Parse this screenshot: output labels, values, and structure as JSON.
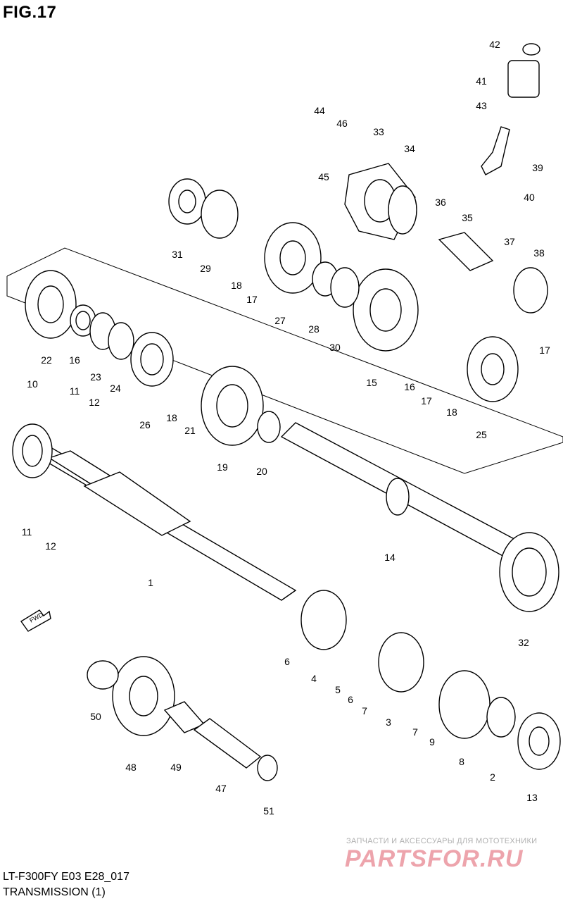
{
  "figure": {
    "title": "FIG.17",
    "model_code": "LT-F300FY E03 E28_017",
    "section": "TRANSMISSION (1)"
  },
  "watermark": {
    "small": "ЗАПЧАСТИ И АКСЕССУАРЫ ДЛЯ МОТОТЕХНИКИ",
    "brand": "PARTSFOR.RU"
  },
  "direction_marker": "FWD",
  "callouts": [
    "1",
    "2",
    "3",
    "4",
    "5",
    "6",
    "6",
    "7",
    "7",
    "8",
    "9",
    "10",
    "11",
    "11",
    "12",
    "12",
    "13",
    "14",
    "15",
    "16",
    "16",
    "17",
    "17",
    "17",
    "18",
    "18",
    "18",
    "19",
    "20",
    "21",
    "22",
    "23",
    "24",
    "25",
    "26",
    "27",
    "28",
    "29",
    "30",
    "31",
    "32",
    "33",
    "34",
    "35",
    "36",
    "37",
    "38",
    "39",
    "40",
    "41",
    "42",
    "43",
    "44",
    "45",
    "46",
    "47",
    "48",
    "49",
    "50",
    "51"
  ]
}
